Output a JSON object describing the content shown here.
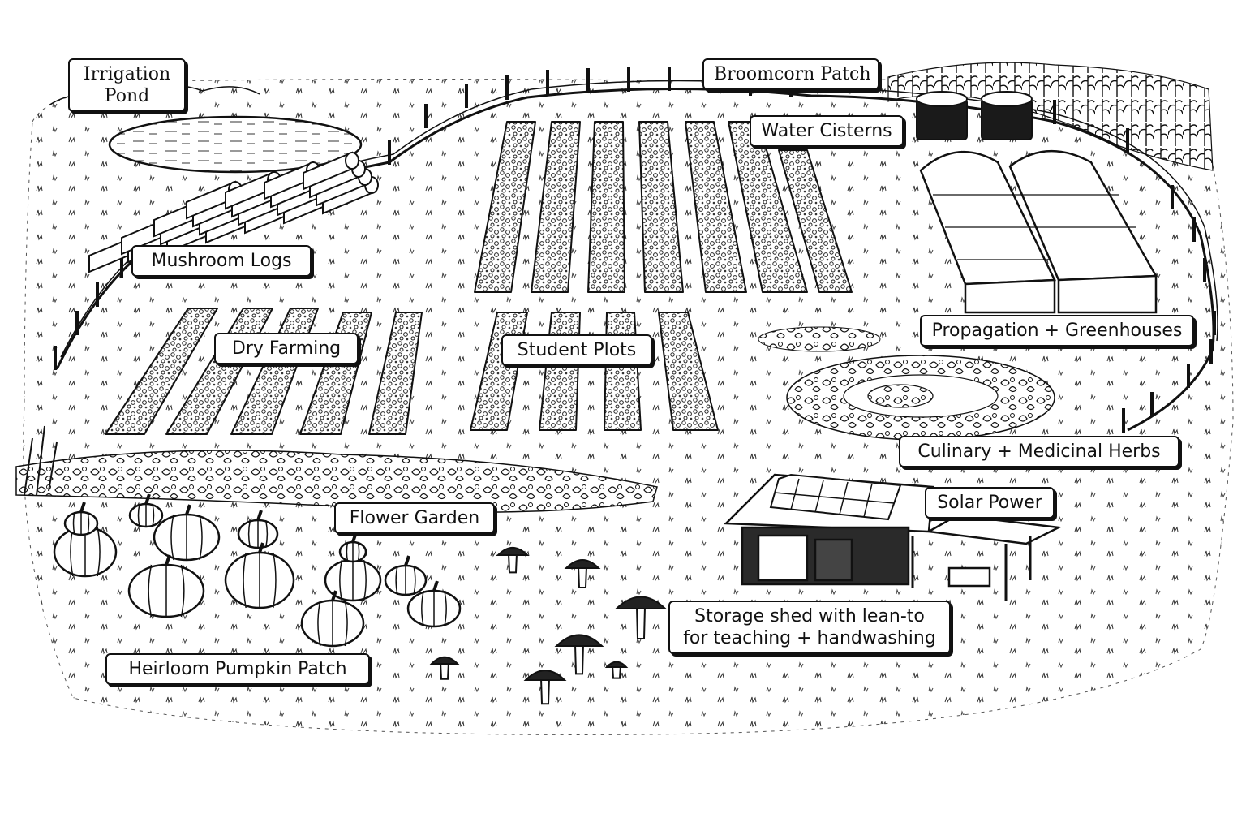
{
  "map": {
    "labels": {
      "irrigation_pond": {
        "line1": "Irrigation",
        "line2": "Pond"
      },
      "broomcorn_patch": "Broomcorn Patch",
      "water_cisterns": "Water Cisterns",
      "mushroom_logs": "Mushroom Logs",
      "dry_farming": "Dry Farming",
      "student_plots": "Student Plots",
      "propagation_greenhouses": "Propagation + Greenhouses",
      "culinary_medicinal_herbs": "Culinary + Medicinal Herbs",
      "solar_power": "Solar Power",
      "flower_garden": "Flower Garden",
      "storage_shed": {
        "line1": "Storage shed with lean-to",
        "line2": "for teaching + handwashing"
      },
      "heirloom_pumpkin_patch": "Heirloom Pumpkin Patch"
    },
    "style": {
      "ink": "#111111",
      "paper": "#ffffff"
    }
  }
}
